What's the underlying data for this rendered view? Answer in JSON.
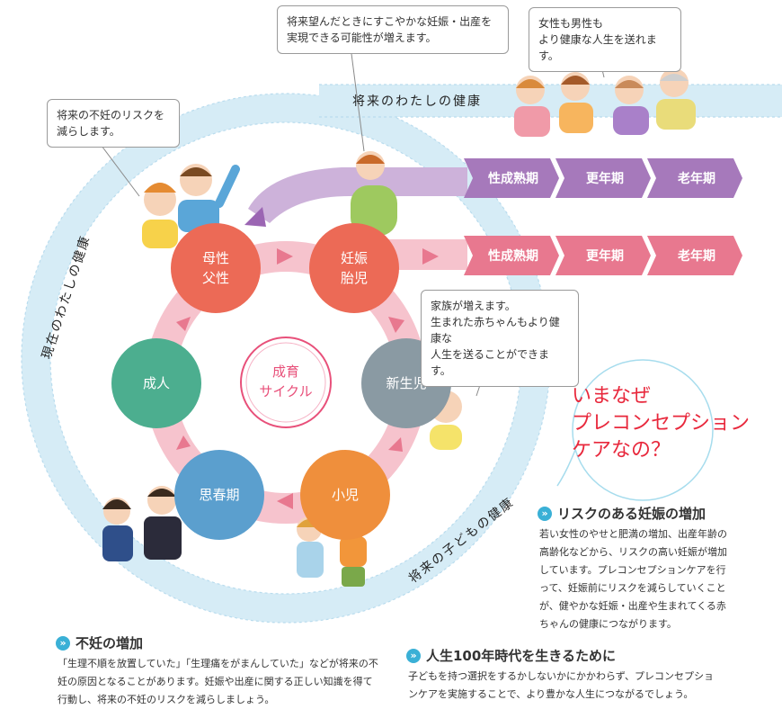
{
  "bands": {
    "future_me": "将来のわたしの健康",
    "present_me": "現在のわたしの健康",
    "future_child": "将来の子どもの健康"
  },
  "cycle": {
    "center": "成育\nサイクル",
    "nodes": {
      "parent": "母性\n父性",
      "pregnancy": "妊娠\n胎児",
      "newborn": "新生児",
      "child": "小児",
      "puberty": "思春期",
      "adult": "成人"
    }
  },
  "stages_upper": [
    "性成熟期",
    "更年期",
    "老年期"
  ],
  "stages_lower": [
    "性成熟期",
    "更年期",
    "老年期"
  ],
  "bubbles": {
    "infertility_risk": "将来の不妊のリスクを\n減らします。",
    "pregnancy_future": "将来望んだときにすこやかな妊娠・出産を\n実現できる可能性が増えます。",
    "healthier_life": "女性も男性も\nより健康な人生を送れます。",
    "family_grows": "家族が増えます。\n生まれた赤ちゃんもより健康な\n人生を送ることができます。"
  },
  "headline": "いまなぜ\nプレコンセプション\nケアなの？",
  "sections": {
    "risk_pregnancy": {
      "title": "リスクのある妊娠の増加",
      "body": "若い女性のやせと肥満の増加、出産年齢の高齢化などから、リスクの高い妊娠が増加しています。プレコンセプションケアを行って、妊娠前にリスクを減らしていくことが、健やかな妊娠・出産や生まれてくる赤ちゃんの健康につながります。"
    },
    "infertility": {
      "title": "不妊の増加",
      "body": "「生理不順を放置していた」「生理痛をがまんしていた」などが将来の不妊の原因となることがあります。妊娠や出産に関する正しい知識を得て行動し、将来の不妊のリスクを減らしましょう。"
    },
    "life100": {
      "title": "人生100年時代を生きるために",
      "body": "子どもを持つ選択をするかしないかにかかわらず、プレコンセプションケアを実施することで、より豊かな人生につながるでしょう。"
    }
  },
  "colors": {
    "blue_band": "#d6ecf6",
    "purple": "#b07fc0",
    "pink": "#e8788f",
    "pink_ring": "#f6c3cd",
    "coral": "#ec6a56",
    "gray_node": "#8a9aa3",
    "green_node": "#4cae8f",
    "blue_node": "#5b9fce",
    "orange_node": "#ef8f3c",
    "headline_red": "#e8283c"
  }
}
